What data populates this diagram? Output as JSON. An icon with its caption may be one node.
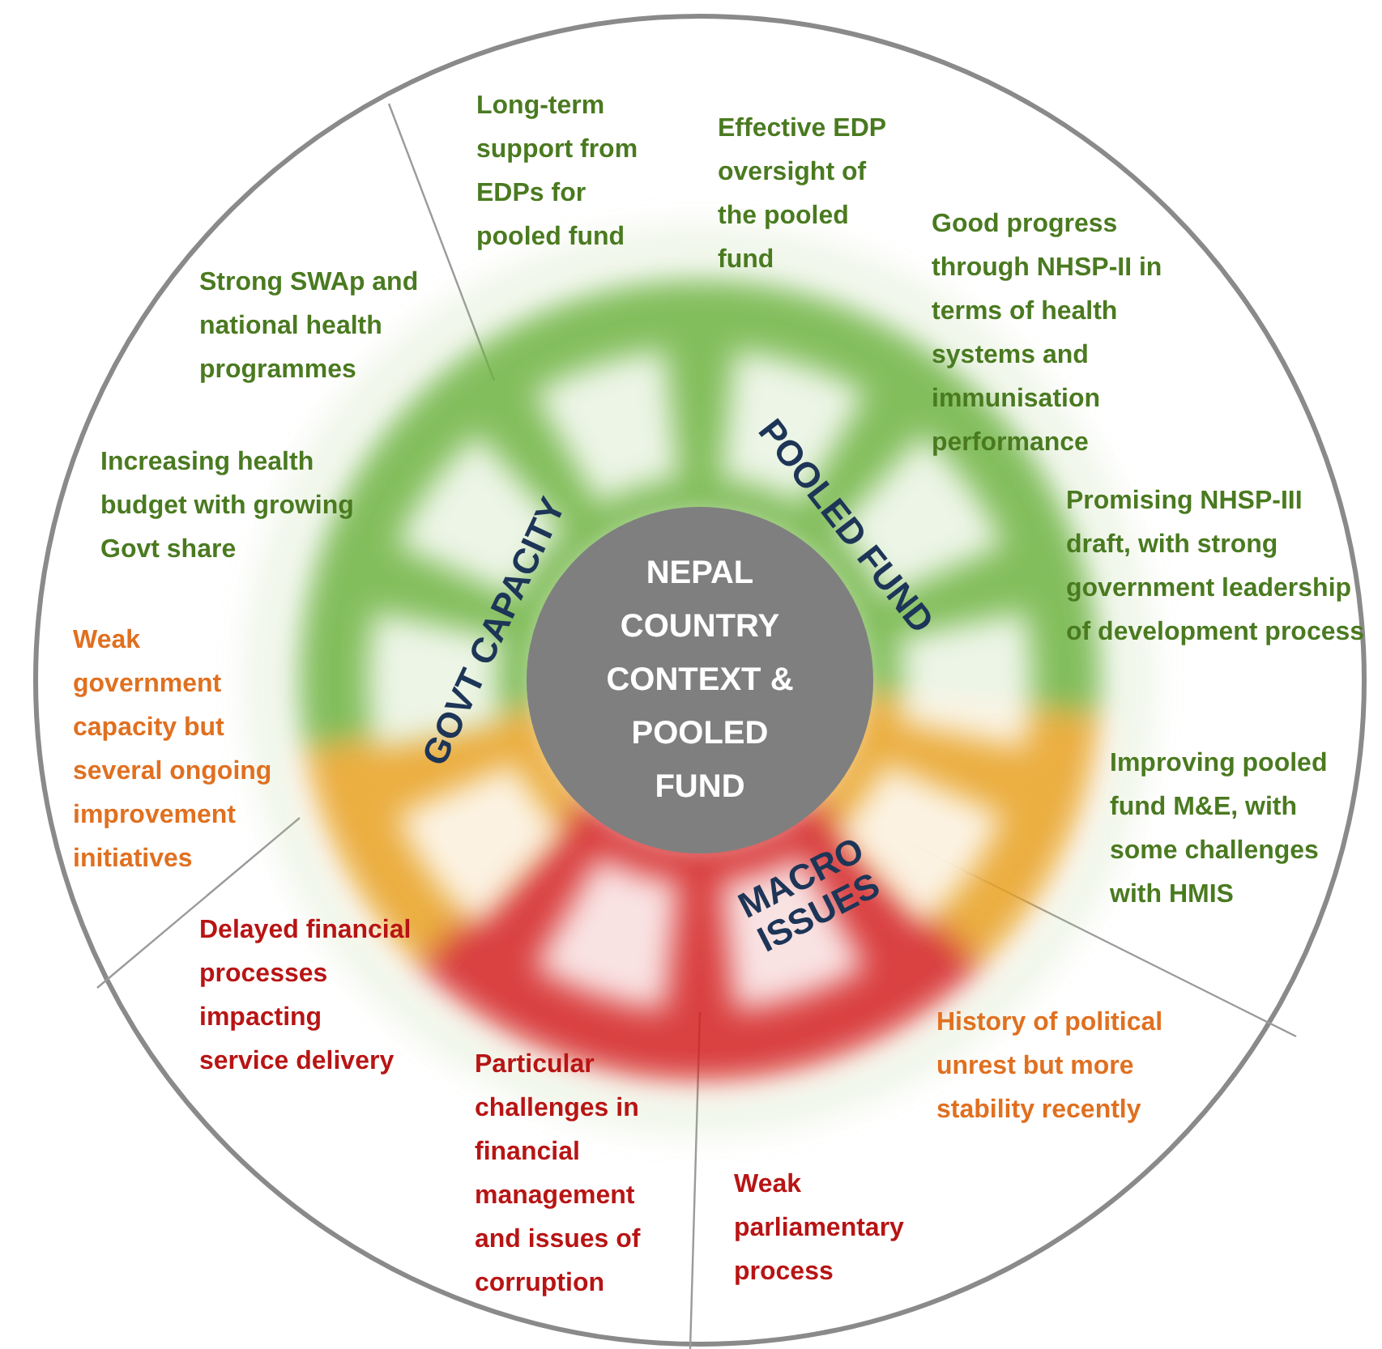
{
  "diagram": {
    "nodes": [
      {
        "text": [
          "NEPAL COUNTRY CONTEXT & POOLED FUND"
        ]
      }
    ],
    "labels": [
      "Long-term support from EDPs for pooled fund",
      "Effective EDP oversight of the pooled fund",
      "Good progress through NHSP-II in terms of health systems and immunisation performance",
      "Strong SWAp and national health programmes",
      "Increasing health budget with growing Govt share",
      "Promising NHSP-III draft, with strong government leadership of development process",
      "Weak government capacity but several ongoing improvement initiatives",
      "Improving pooled fund M&E, with some challenges with HMIS",
      "Delayed financial processes impacting service delivery",
      "Particular challenges in financial management and issues of corruption",
      "History of political unrest but more stability recently",
      "Weak parliamentary process",
      "GOVT CAPACITY",
      "POOLED FUND",
      "MACRO ISSUES"
    ]
  }
}
